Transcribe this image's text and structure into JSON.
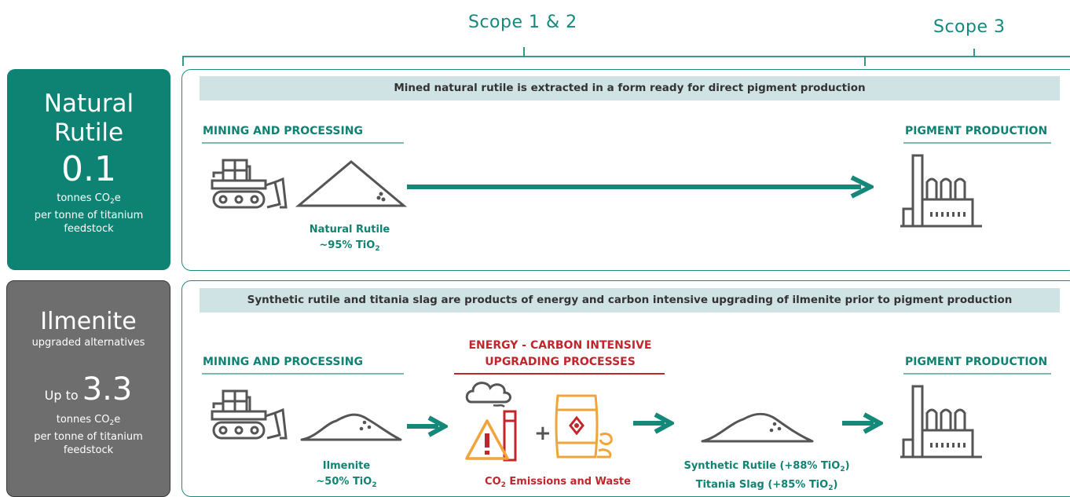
{
  "scopes": {
    "scope12": "Scope 1 & 2",
    "scope3": "Scope 3"
  },
  "natural": {
    "title_line1": "Natural",
    "title_line2": "Rutile",
    "value": "0.1",
    "unit_prefix": "tonnes CO",
    "unit_sub": "2",
    "unit_suffix": "e",
    "per_line1": "per tonne of titanium",
    "per_line2": "feedstock",
    "banner": "Mined natural rutile is extracted in a form ready for direct pigment production",
    "mining_heading": "MINING AND PROCESSING",
    "pigment_heading": "PIGMENT PRODUCTION",
    "product_name": "Natural Rutile",
    "product_grade_prefix": "~95% TiO",
    "product_grade_sub": "2"
  },
  "ilmenite": {
    "title": "Ilmenite",
    "subtitle": "upgraded alternatives",
    "value_prefix": "Up to",
    "value": "3.3",
    "unit_prefix": "tonnes CO",
    "unit_sub": "2",
    "unit_suffix": "e",
    "per_line1": "per tonne of titanium",
    "per_line2": "feedstock",
    "banner": "Synthetic rutile and titania slag are products of energy and carbon intensive upgrading of ilmenite prior to pigment production",
    "mining_heading": "MINING AND PROCESSING",
    "upgrading_heading_line1": "ENERGY - CARBON INTENSIVE",
    "upgrading_heading_line2": "UPGRADING PROCESSES",
    "pigment_heading": "PIGMENT PRODUCTION",
    "ilmenite_name": "Ilmenite",
    "ilmenite_grade_prefix": "~50% TiO",
    "ilmenite_grade_sub": "2",
    "emissions_prefix": "CO",
    "emissions_sub": "2",
    "emissions_suffix": " Emissions and Waste",
    "plus": "+",
    "synthetic_prefix": "Synthetic Rutile (+88% TiO",
    "synthetic_sub": "2",
    "synthetic_suffix": ")",
    "slag_prefix": "Titania Slag (+85% TiO",
    "slag_sub": "2",
    "slag_suffix": ")"
  },
  "colors": {
    "teal": "#0f8373",
    "grey": "#6e6e6e",
    "red": "#c0272d",
    "orange": "#f0a43a",
    "banner": "#cfe3e4"
  }
}
